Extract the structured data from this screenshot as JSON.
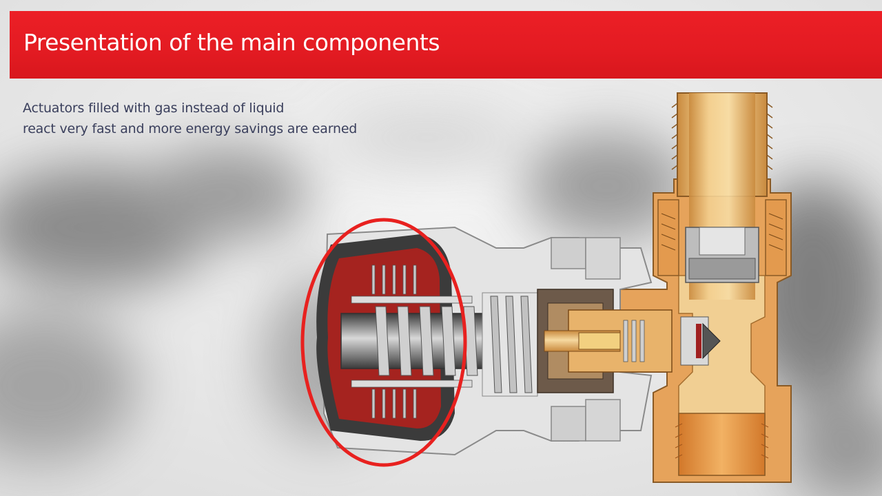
{
  "slide": {
    "title": "Presentation of the main components",
    "text_lines": [
      "Actuators filled with gas instead of liquid",
      "react very fast and more energy savings are earned"
    ]
  },
  "colors": {
    "title_bar": "#e31b22",
    "brass": "#e0a35a",
    "brass_light": "#f5d9a0",
    "actuator_red": "#a5231f",
    "highlight_ring": "#e8211f",
    "housing_gray": "#e3e3e3"
  }
}
